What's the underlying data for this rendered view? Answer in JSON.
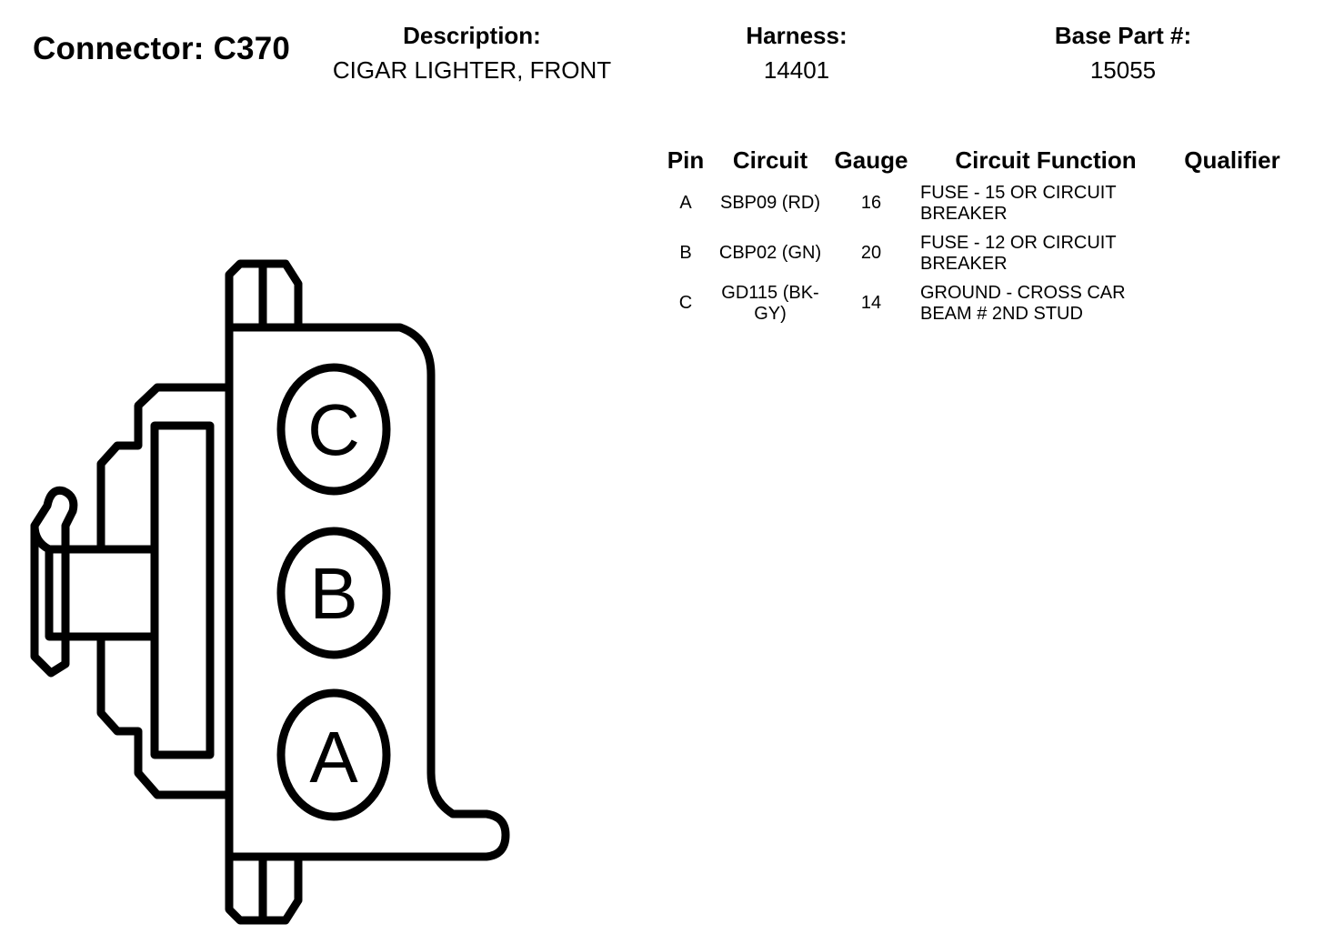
{
  "connector": {
    "label": "Connector: C370"
  },
  "description": {
    "label": "Description:",
    "value": "CIGAR LIGHTER, FRONT"
  },
  "harness": {
    "label": "Harness:",
    "value": "14401"
  },
  "base_part": {
    "label": "Base Part #:",
    "value": "15055"
  },
  "table": {
    "headers": [
      "Pin",
      "Circuit",
      "Gauge",
      "Circuit Function",
      "Qualifier"
    ],
    "rows": [
      {
        "pin": "A",
        "circuit": "SBP09 (RD)",
        "gauge": "16",
        "function": "FUSE - 15 OR CIRCUIT BREAKER",
        "qualifier": ""
      },
      {
        "pin": "B",
        "circuit": "CBP02 (GN)",
        "gauge": "20",
        "function": "FUSE - 12 OR CIRCUIT BREAKER",
        "qualifier": ""
      },
      {
        "pin": "C",
        "circuit": "GD115 (BK-GY)",
        "gauge": "14",
        "function": "GROUND - CROSS CAR BEAM # 2ND STUD",
        "qualifier": ""
      }
    ]
  },
  "diagram": {
    "pin_labels": [
      "C",
      "B",
      "A"
    ]
  }
}
